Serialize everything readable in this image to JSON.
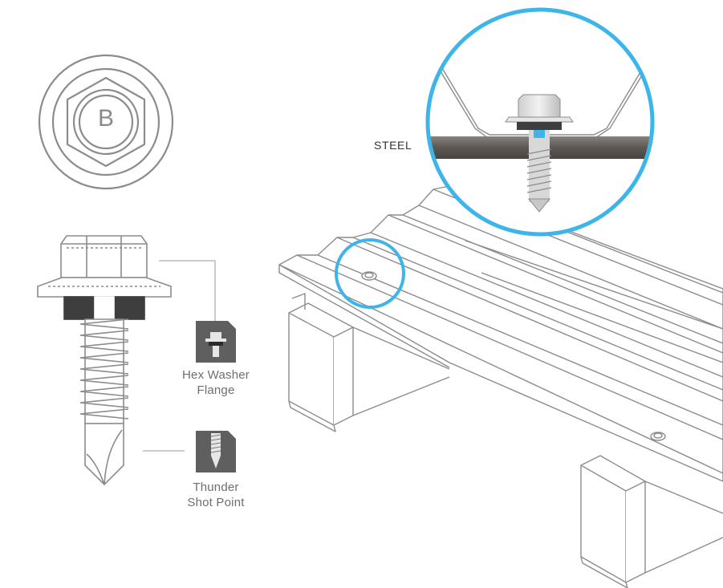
{
  "badge": {
    "letter": "B"
  },
  "callout": {
    "material": "STEEL"
  },
  "features": [
    {
      "line1": "Hex Washer",
      "line2": "Flange",
      "icon": "hex-washer-flange-icon"
    },
    {
      "line1": "Thunder",
      "line2": "Shot Point",
      "icon": "drill-point-icon"
    }
  ],
  "colors": {
    "accent": "#3db5ea",
    "line": "#8c8c8c",
    "icon_bg": "#5f5f5f",
    "steel": "#6e6662",
    "washer": "#3e3e3e"
  }
}
